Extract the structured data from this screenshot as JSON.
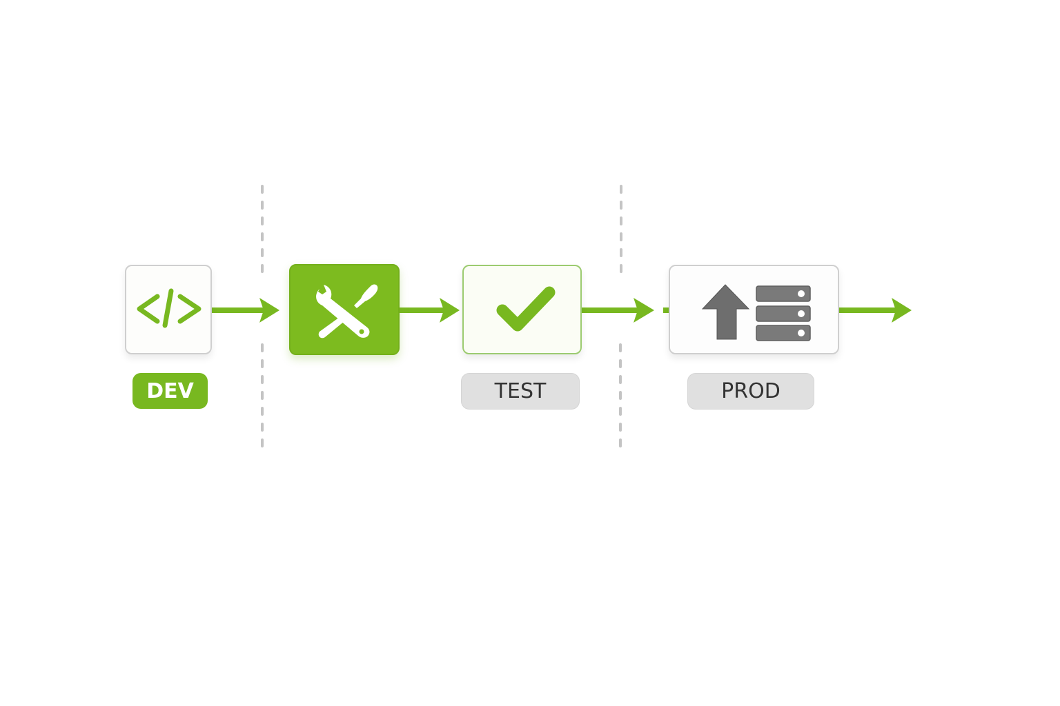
{
  "diagram": {
    "title": "",
    "accent_color": "#7dbb1f",
    "neutral_color": "#6e6e6e",
    "stages": [
      {
        "id": "dev",
        "icon": "code-icon",
        "label": "DEV",
        "style": "active"
      },
      {
        "id": "build",
        "icon": "tools-icon",
        "label": "",
        "style": "filled"
      },
      {
        "id": "test",
        "icon": "checkmark-icon",
        "label": "TEST",
        "style": "neutral"
      },
      {
        "id": "prod",
        "icon": "deploy-server-icon",
        "label": "PROD",
        "style": "neutral"
      }
    ],
    "connectors": [
      {
        "from": "dev",
        "to": "build"
      },
      {
        "from": "build",
        "to": "test"
      },
      {
        "from": "test",
        "to": "prod"
      },
      {
        "from": "prod",
        "to": "next"
      }
    ],
    "separators": 2
  }
}
